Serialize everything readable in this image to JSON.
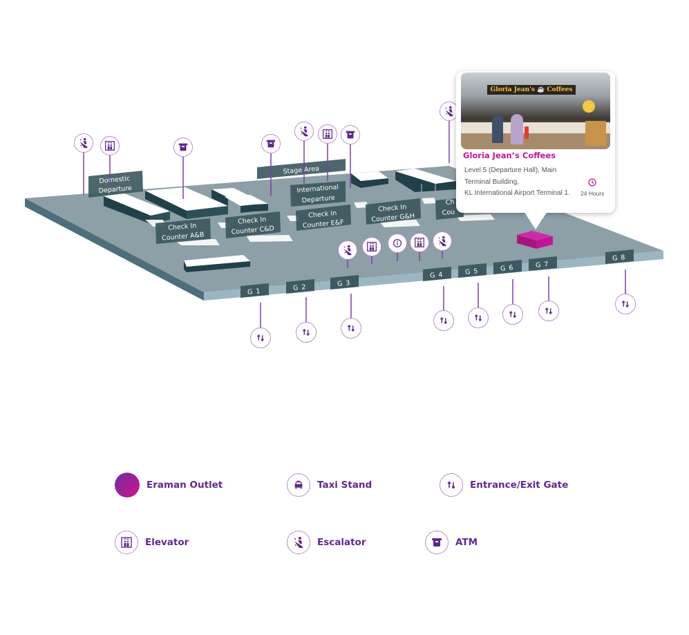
{
  "map": {
    "areas": [
      {
        "id": "domestic-departure",
        "lines": [
          "Domestic",
          "Departure"
        ]
      },
      {
        "id": "stage-area",
        "lines": [
          "Stage Area"
        ]
      },
      {
        "id": "international-departure",
        "lines": [
          "International",
          "Departure"
        ]
      },
      {
        "id": "check-in-ab",
        "lines": [
          "Check In",
          "Counter A&B"
        ]
      },
      {
        "id": "check-in-cd",
        "lines": [
          "Check In",
          "Counter C&D"
        ]
      },
      {
        "id": "check-in-ef",
        "lines": [
          "Check In",
          "Counter E&F"
        ]
      },
      {
        "id": "check-in-gh",
        "lines": [
          "Check In",
          "Counter G&H"
        ]
      },
      {
        "id": "check-in-partial",
        "lines": [
          "Ch",
          "Cou"
        ]
      }
    ],
    "gates": [
      "G 1",
      "G 2",
      "G 3",
      "G 4",
      "G 5",
      "G 6",
      "G 7",
      "G 8"
    ],
    "pins": [
      {
        "type": "escalator"
      },
      {
        "type": "elevator"
      },
      {
        "type": "atm"
      },
      {
        "type": "atm"
      },
      {
        "type": "escalator"
      },
      {
        "type": "elevator"
      },
      {
        "type": "atm"
      },
      {
        "type": "escalator"
      },
      {
        "type": "escalator"
      },
      {
        "type": "elevator"
      },
      {
        "type": "info"
      },
      {
        "type": "elevator"
      },
      {
        "type": "escalator"
      }
    ],
    "outlet_color": "#c3159a"
  },
  "popup": {
    "photo_sign": "Gloria Jean's ☕ Coffees",
    "title": "Gloria Jean’s Coffees",
    "address_lines": [
      "Level 5 (Departure Hall), Main",
      "Terminal Building,",
      "KL International Airport Terminal 1."
    ],
    "hours": "24 Hours",
    "clock_icon": "clock-icon"
  },
  "legend": [
    {
      "icon": "eraman-outlet",
      "label": "Eraman Outlet"
    },
    {
      "icon": "taxi",
      "label": "Taxi Stand"
    },
    {
      "icon": "gate",
      "label": "Entrance/Exit Gate"
    },
    {
      "icon": "elevator",
      "label": "Elevator"
    },
    {
      "icon": "escalator",
      "label": "Escalator"
    },
    {
      "icon": "atm",
      "label": "ATM"
    }
  ],
  "colors": {
    "accent": "#62278f",
    "pin_stroke": "#b98bd0",
    "floor_top": "#8d9fa7",
    "floor_edge": "#9bb6c2",
    "label_bg": "#3e5a60",
    "outlet": "#c3159a"
  }
}
